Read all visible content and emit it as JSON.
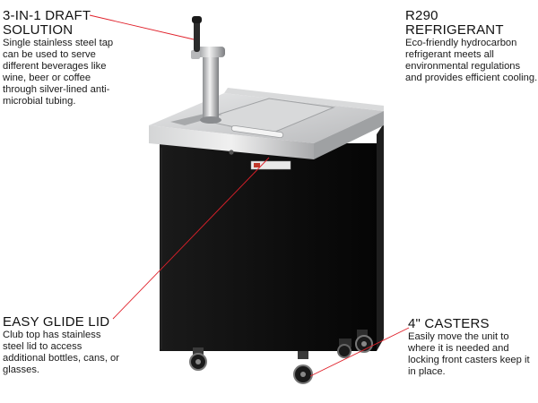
{
  "callouts": {
    "draft": {
      "title": "3-IN-1 DRAFT SOLUTION",
      "body": "Single stainless steel tap can be used to serve different beverages like wine, beer or coffee through silver-lined anti-microbial tubing."
    },
    "refrigerant": {
      "title": "R290 REFRIGERANT",
      "body": "Eco-friendly hydrocarbon refrigerant  meets all environmental regulations and provides efficient cooling."
    },
    "lid": {
      "title": "EASY GLIDE LID",
      "body": "Club top has stainless steel lid to access additional bottles, cans, or glasses."
    },
    "casters": {
      "title": "4\" CASTERS",
      "body": "Easily move the unit to where it is needed and locking front casters keep it in place."
    }
  },
  "colors": {
    "leader_line": "#e0202a",
    "cabinet": "#0f0f0f",
    "steel": "#c9cacb"
  },
  "icons": [
    "draft-tap-illustration",
    "caster-wheel-icon"
  ]
}
